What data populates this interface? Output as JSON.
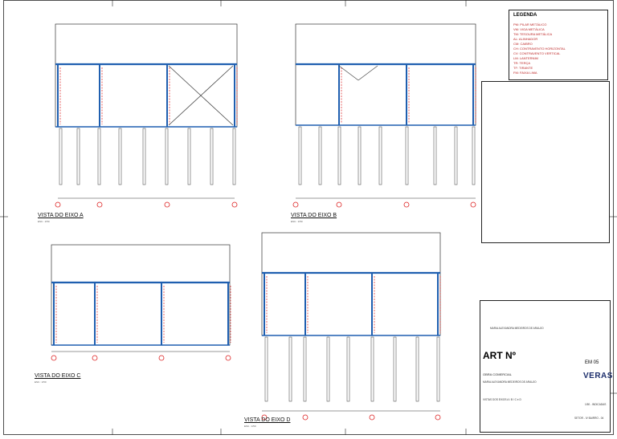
{
  "legend": {
    "title": "LEGENDA",
    "items": [
      "PM: PILAR METÁLICO",
      "VM: VIGA METÁLICA",
      "TM: TESOURA METÁLICA",
      "AL: ALINHADOR",
      "CM: CAIBRO",
      "CH: CONTRAVENTO HORIZONTAL",
      "CV: CONTRAVENTO VERTICAL",
      "LM: LANTERNIM",
      "TR: TERÇA",
      "TF: TIRANTE",
      "FM: FAIXA LIMA"
    ]
  },
  "views": [
    {
      "title": "VISTA DO EIXO A",
      "scale": "ESC.: 1/50"
    },
    {
      "title": "VISTA DO EIXO B",
      "scale": "ESC.: 1/50"
    },
    {
      "title": "VISTA DO EIXO C",
      "scale": "ESC.: 1/50"
    },
    {
      "title": "VISTA DO EIXO D",
      "scale": "ESC.: 1/50"
    }
  ],
  "title_block": {
    "art_label": "ART Nº",
    "sheet_number": "EM 05",
    "brand": "VERAS",
    "project_type": "OBRA COMERCIAL",
    "owner_name": "MARIA ALEXANDRA MEDEIROS DE ARAUJO",
    "drawing_title": "VISTAS DOS EIXOS A / B / C e D",
    "scale_note": "1/50 - INDICADAS",
    "location": "SETOR - IV BAIRRO - 04"
  }
}
